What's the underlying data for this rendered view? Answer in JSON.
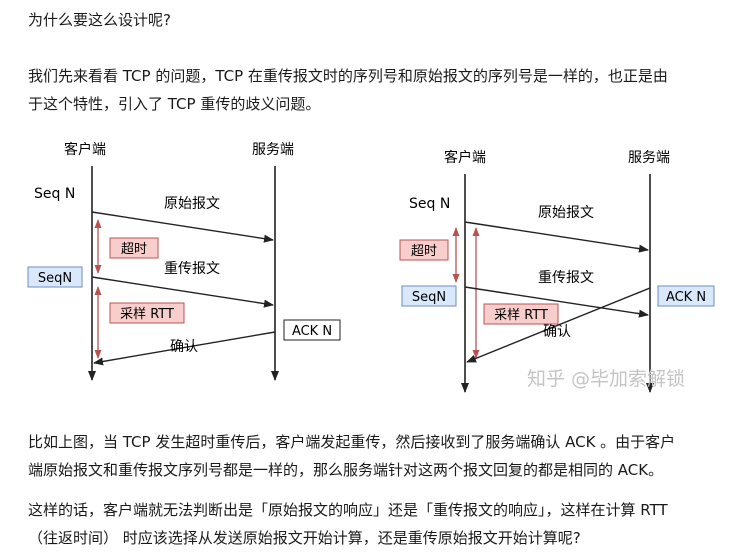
{
  "paragraphs": {
    "intro_question": "为什么要这么设计呢?",
    "problem_line1": "我们先来看看 TCP 的问题，TCP 在重传报文时的序列号和原始报文的序列号是一样的，也正是由",
    "problem_line2": "于这个特性，引入了 TCP 重传的歧义问题。",
    "example_line1": "比如上图，当 TCP 发生超时重传后，客户端发起重传，然后接收到了服务端确认 ACK 。由于客户",
    "example_line2": "端原始报文和重传报文序列号都是一样的，那么服务端针对这两个报文回复的都是相同的 ACK。",
    "conclusion_line1": "这样的话，客户端就无法判断出是「原始报文的响应」还是「重传报文的响应」，这样在计算 RTT",
    "conclusion_line2": "（往返时间） 时应该选择从发送原始报文开始计算，还是重传原始报文开始计算呢?"
  },
  "diagram_left": {
    "client": "客户端",
    "server": "服务端",
    "seq1": "Seq N",
    "seq2": "SeqN",
    "original": "原始报文",
    "retransmit": "重传报文",
    "timeout": "超时",
    "sample_rtt": "采样 RTT",
    "ack": "ACK N",
    "confirm": "确认"
  },
  "diagram_right": {
    "client": "客户端",
    "server": "服务端",
    "seq1": "Seq N",
    "seq2": "SeqN",
    "original": "原始报文",
    "retransmit": "重传报文",
    "timeout": "超时",
    "sample_rtt": "采样 RTT",
    "ack": "ACK N",
    "confirm": "确认"
  },
  "watermark": "知乎 @毕加索解锁",
  "colors": {
    "red_box_fill": "#f8cecc",
    "red_box_stroke": "#b85450",
    "blue_box_fill": "#dae8fc",
    "blue_box_stroke": "#6c8ebf",
    "arrow": "#222222",
    "red_arrow": "#b85450"
  }
}
